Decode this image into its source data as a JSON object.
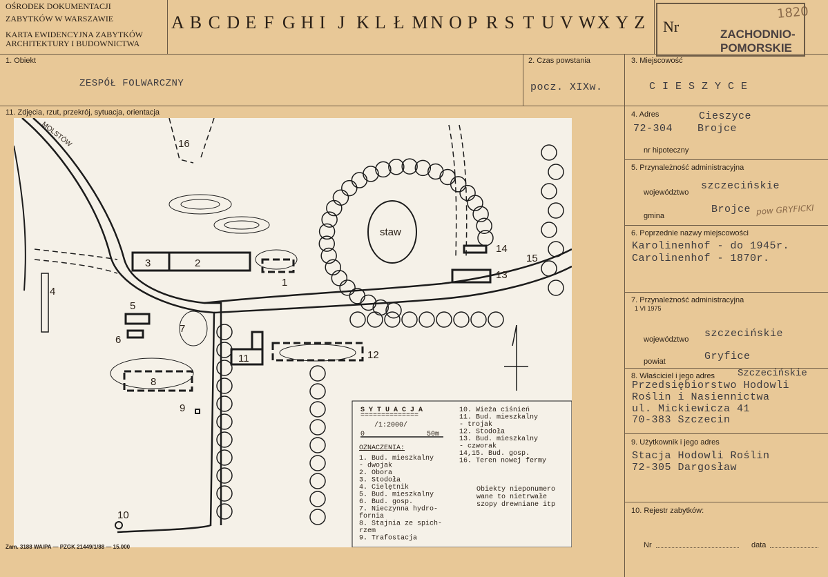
{
  "header": {
    "org_line1": "OŚRODEK DOKUMENTACJI",
    "org_line2": "ZABYTKÓW w WARSZAWIE",
    "card_line1": "KARTA EWIDENCYJNA ZABYTKÓW",
    "card_line2": "ARCHITEKTURY I BUDOWNICTWA",
    "letters": [
      "A",
      "B",
      "C",
      "D",
      "E",
      "F",
      "G",
      "H",
      "I",
      "J",
      "K",
      "L",
      "Ł",
      "M",
      "N",
      "O",
      "P",
      "R",
      "S",
      "T",
      "U",
      "V",
      "W",
      "X",
      "Y",
      "Z"
    ],
    "nr_label": "Nr",
    "handwritten_number": "1820",
    "stamp_line1": "ZACHODNIO-",
    "stamp_line2": "POMORSKIE"
  },
  "fields": {
    "f1_label": "1. Obiekt",
    "f1_value": "ZESPÓŁ FOLWARCZNY",
    "f2_label": "2. Czas powstania",
    "f2_value": "pocz. XIXw.",
    "f3_label": "3. Miejscowość",
    "f3_value": "C I E S Z Y C E",
    "f11_label": "11. Zdjęcia, rzut, przekrój, sytuacja, orientacja",
    "f4_label": "4. Adres",
    "f4_value1": "Cieszyce",
    "f4_code": "72-304",
    "f4_value2": "Brojce",
    "f4_hip": "nr hipoteczny",
    "f5_label": "5. Przynależność administracyjna",
    "f5_woj_label": "województwo",
    "f5_woj_value": "szczecińskie",
    "f5_gmina_label": "gmina",
    "f5_gmina_value": "Brojce",
    "f5_gmina_hand": "pow GRYFICKI",
    "f6_label": "6. Poprzednie nazwy miejscowości",
    "f6_line1": "Karolinenhof - do 1945r.",
    "f6_line2": "Carolinenhof - 1870r.",
    "f7_label": "7. Przynależność administracyjna",
    "f7_date": "1 VI 1975",
    "f7_woj_label": "województwo",
    "f7_woj_value": "szczecińskie",
    "f7_powiat_label": "powiat",
    "f7_powiat_value": "Gryfice",
    "f8_label": "8. Właściciel i jego adres",
    "f8_line0": "Szczecińskie",
    "f8_line1": "Przedsiębiorstwo Hodowli",
    "f8_line2": "Roślin i Nasiennictwa",
    "f8_line3": "ul. Mickiewicza 41",
    "f8_line4": "70-383 Szczecin",
    "f9_label": "9. Użytkownik i jego adres",
    "f9_line1": "Stacja Hodowli Roślin",
    "f9_line2": "72-305 Dargosław",
    "f10_label": "10. Rejestr zabytków:",
    "f10_nr": "Nr",
    "f10_data": "data"
  },
  "map": {
    "road_label": "MOLSTÓW",
    "pond_label": "staw",
    "numbers": [
      "1",
      "2",
      "3",
      "4",
      "5",
      "6",
      "7",
      "8",
      "9",
      "10",
      "11",
      "12",
      "13",
      "14",
      "15",
      "16"
    ],
    "legend": {
      "title": "S Y T U A C J A",
      "scale": "/1:2000/",
      "scale_0": "0",
      "scale_50": "50m",
      "oznaczenia": "OZNACZENIA:",
      "items_left": [
        "1. Bud. mieszkalny",
        "   - dwojak",
        "2. Obora",
        "3. Stodoła",
        "4. Cielętnik",
        "5. Bud. mieszkalny",
        "6. Bud. gosp.",
        "7. Nieczynna hydro-",
        "   fornia",
        "8. Stajnia ze spich-",
        "   rzem",
        "9. Trafostacja"
      ],
      "items_right": [
        "10. Wieża ciśnień",
        "11. Bud. mieszkalny",
        "    - trojak",
        "12. Stodoła",
        "13. Bud. mieszkalny",
        "    - czworak",
        "14,15. Bud. gosp.",
        "16. Teren nowej fermy"
      ],
      "note1": "Obiekty nieponumero",
      "note2": "wane to nietrwałe",
      "note3": "szopy drewniane itp"
    }
  },
  "footer": "Zam. 3188 WA/PA — PZGK 21449/1/88 — 15.000"
}
